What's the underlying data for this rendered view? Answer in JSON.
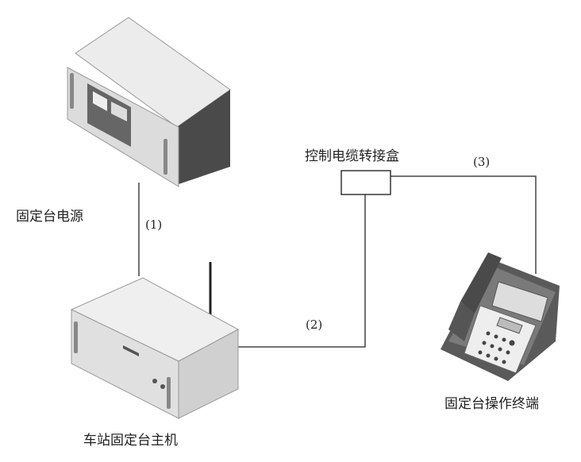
{
  "labels": {
    "power_supply": "固定台电源",
    "junction_box": "控制电缆转接盒",
    "operator_terminal": "固定台操作终端",
    "station_host": "车站固定台主机"
  },
  "connections": {
    "c1": "(1)",
    "c2": "(2)",
    "c3": "(3)"
  },
  "colors": {
    "line": "#444444",
    "device_light": "#e6e6e6",
    "device_dark": "#555555"
  }
}
